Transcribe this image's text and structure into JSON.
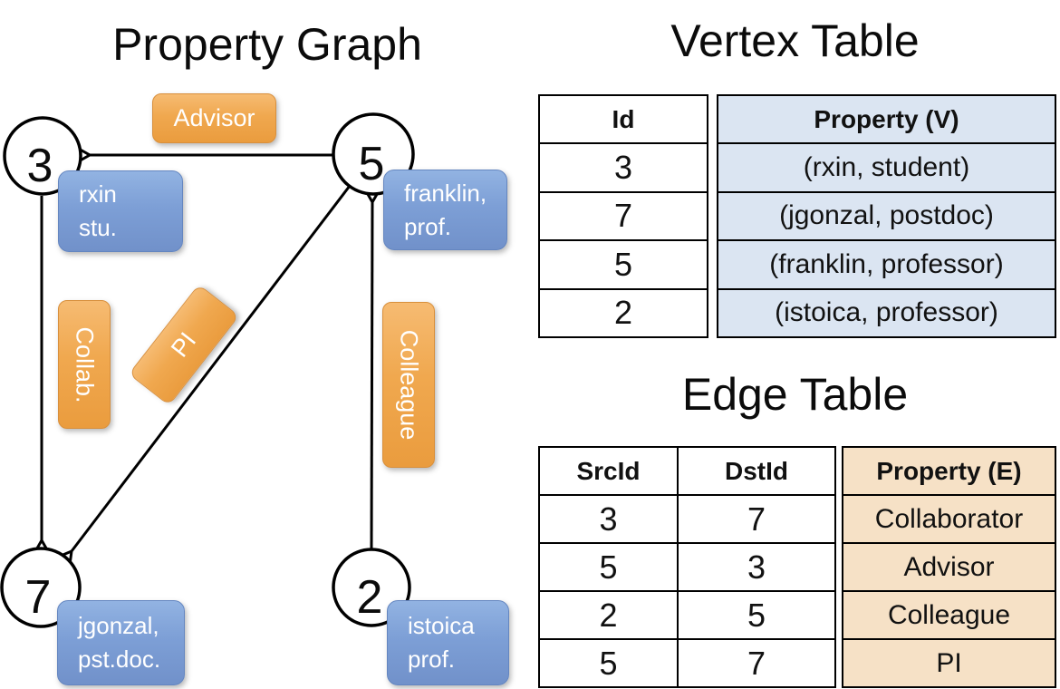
{
  "graph": {
    "title": "Property Graph",
    "nodes": [
      {
        "id": "3",
        "label_line1": "rxin",
        "label_line2": "stu."
      },
      {
        "id": "5",
        "label_line1": "franklin,",
        "label_line2": "prof."
      },
      {
        "id": "7",
        "label_line1": "jgonzal,",
        "label_line2": "pst.doc."
      },
      {
        "id": "2",
        "label_line1": "istoica",
        "label_line2": "prof."
      }
    ],
    "edge_labels": {
      "advisor": "Advisor",
      "collab": "Collab.",
      "pi": "PI",
      "colleague": "Colleague"
    }
  },
  "vertex_table": {
    "title": "Vertex Table",
    "columns": {
      "id": "Id",
      "property": "Property (V)"
    },
    "rows": [
      {
        "id": "3",
        "property": "(rxin, student)"
      },
      {
        "id": "7",
        "property": "(jgonzal, postdoc)"
      },
      {
        "id": "5",
        "property": "(franklin, professor)"
      },
      {
        "id": "2",
        "property": "(istoica, professor)"
      }
    ]
  },
  "edge_table": {
    "title": "Edge Table",
    "columns": {
      "src": "SrcId",
      "dst": "DstId",
      "property": "Property (E)"
    },
    "rows": [
      {
        "src": "3",
        "dst": "7",
        "property": "Collaborator"
      },
      {
        "src": "5",
        "dst": "3",
        "property": "Advisor"
      },
      {
        "src": "2",
        "dst": "5",
        "property": "Colleague"
      },
      {
        "src": "5",
        "dst": "7",
        "property": "PI"
      }
    ]
  },
  "colors": {
    "edge_label_orange": "#f0a84f",
    "node_label_blue": "#7d9fd6",
    "vertex_property_fill": "#dbe5f2",
    "edge_property_fill": "#f6e1c6",
    "line_color": "#000000"
  }
}
